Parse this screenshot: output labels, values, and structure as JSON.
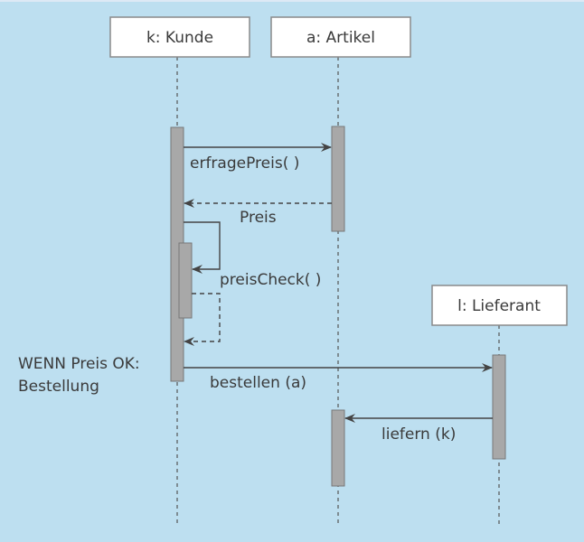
{
  "participants": [
    {
      "id": "kunde",
      "label": "k: Kunde"
    },
    {
      "id": "artikel",
      "label": "a: Artikel"
    },
    {
      "id": "lieferant",
      "label": "l: Lieferant"
    }
  ],
  "messages": [
    {
      "label": "erfragePreis( )",
      "from": "kunde",
      "to": "artikel",
      "kind": "sync"
    },
    {
      "label": "Preis",
      "from": "artikel",
      "to": "kunde",
      "kind": "return"
    },
    {
      "label": "preisCheck( )",
      "from": "kunde",
      "to": "kunde",
      "kind": "self"
    },
    {
      "label": "bestellen (a)",
      "from": "kunde",
      "to": "lieferant",
      "kind": "sync"
    },
    {
      "label": "liefern (k)",
      "from": "lieferant",
      "to": "artikel",
      "kind": "sync"
    }
  ],
  "note": {
    "line1": "WENN Preis OK:",
    "line2": "Bestellung"
  },
  "colors": {
    "background": "#bddff0",
    "activation": "#a8a8a8",
    "line": "#444444"
  }
}
